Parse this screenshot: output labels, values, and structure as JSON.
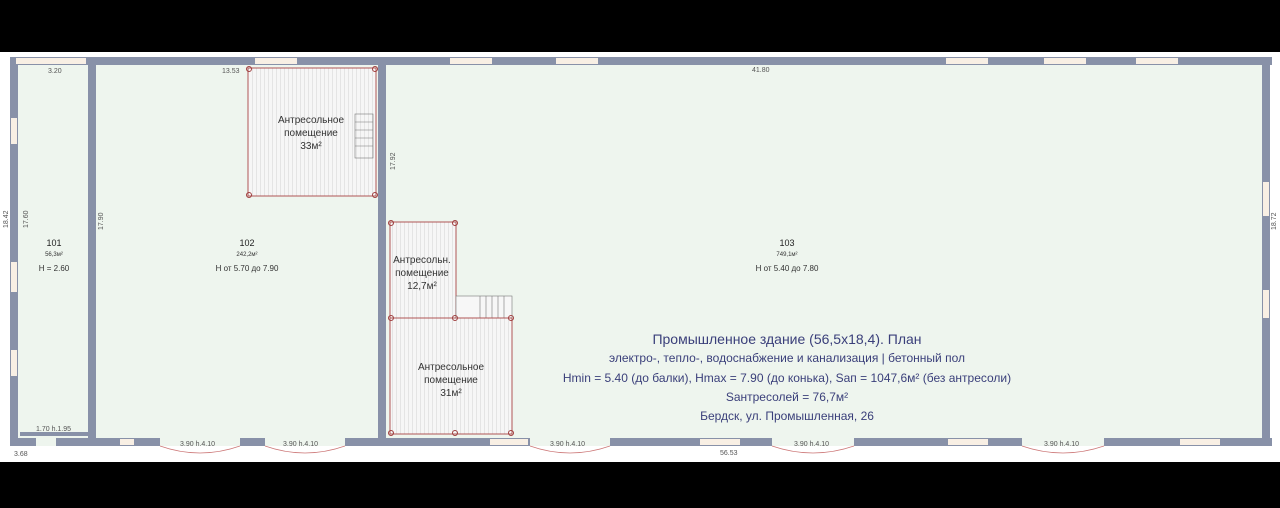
{
  "rooms": [
    {
      "num": "101",
      "area": "56,3м²",
      "height": "H = 2.60"
    },
    {
      "num": "102",
      "area": "242,2м²",
      "height": "H от 5.70 до 7.90"
    },
    {
      "num": "103",
      "area": "749,1м²",
      "height": "H от 5.40 до 7.80"
    }
  ],
  "mezzanines": [
    {
      "line1": "Антресольное",
      "line2": "помещение",
      "line3": "33м²"
    },
    {
      "line1": "Антресольн.",
      "line2": "помещение",
      "line3": "12,7м²"
    },
    {
      "line1": "Антресольное",
      "line2": "помещение",
      "line3": "31м²"
    }
  ],
  "dimensions": {
    "top_left": "3.20",
    "top_mid": "13.53",
    "top_right": "41.80",
    "left_outer": "18.42",
    "left_inner": "17.60",
    "wall_101_102": "17.90",
    "partition": "17.92",
    "right": "18.72",
    "bottom_left": "3.68",
    "bottom_total": "56.53",
    "gate_small": "1.70 h.1.95",
    "gate_1": "3.90 h.4.10",
    "gate_2": "3.90 h.4.10",
    "gate_3": "3.90 h.4.10",
    "gate_4": "3.90 h.4.10",
    "gate_5": "3.90 h.4.10"
  },
  "info": {
    "title": "Промышленное здание (56,5х18,4). План",
    "line2": "электро-, тепло-, водоснабжение и канализация | бетонный пол",
    "line3": "Hmin = 5.40 (до балки), Hmax = 7.90 (до конька), Sап = 1047,6м² (без антресоли)",
    "line4": "Sантресолей = 76,7м²",
    "line5": "Бердск, ул. Промышленная, 26"
  },
  "colors": {
    "background": "#000000",
    "paper": "#ffffff",
    "floor": "#eef5ee",
    "wall": "#8891a8",
    "mezzanine": "#f4f4f4",
    "text_info": "#3a3f7a"
  }
}
